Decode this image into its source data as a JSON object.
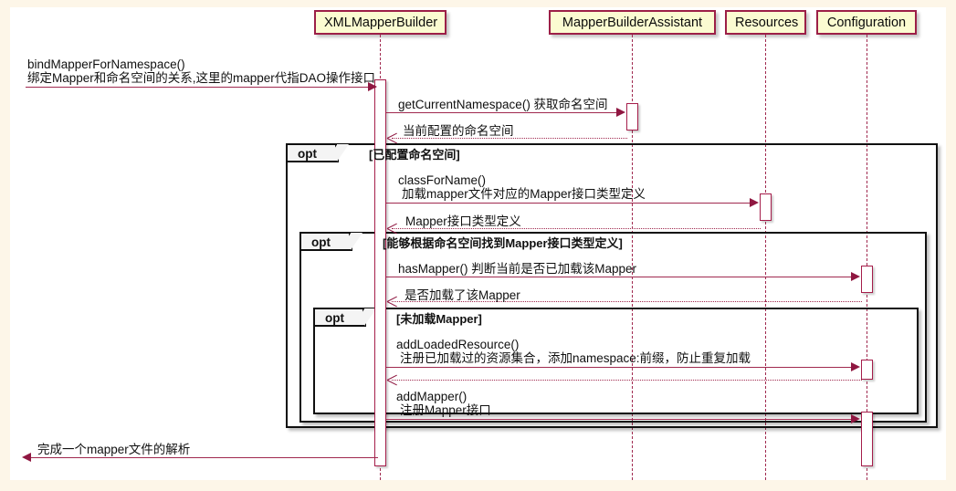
{
  "diagram": {
    "type": "uml-sequence-diagram",
    "background": "#fdf6e8",
    "canvas": "#ffffff",
    "accent_color": "#a0294f",
    "participant_fill": "#fbfbd1",
    "frame_color": "#101010"
  },
  "participants": [
    {
      "id": "xmlmapperbuilder",
      "label": "XMLMapperBuilder"
    },
    {
      "id": "mapperbuilderassistant",
      "label": "MapperBuilderAssistant"
    },
    {
      "id": "resources",
      "label": "Resources"
    },
    {
      "id": "configuration",
      "label": "Configuration"
    }
  ],
  "messages": [
    {
      "id": "m1",
      "from": "actor",
      "to": "xmlmapperbuilder",
      "kind": "call",
      "line1": "bindMapperForNamespace()",
      "line2": "绑定Mapper和命名空间的关系,这里的mapper代指DAO操作接口"
    },
    {
      "id": "m2",
      "from": "xmlmapperbuilder",
      "to": "mapperbuilderassistant",
      "kind": "call",
      "line1": "getCurrentNamespace() 获取命名空间",
      "line2": ""
    },
    {
      "id": "m3",
      "from": "mapperbuilderassistant",
      "to": "xmlmapperbuilder",
      "kind": "return",
      "line1": "当前配置的命名空间",
      "line2": ""
    },
    {
      "id": "m4",
      "from": "xmlmapperbuilder",
      "to": "resources",
      "kind": "call",
      "line1": "classForName()",
      "line2": "加载mapper文件对应的Mapper接口类型定义"
    },
    {
      "id": "m5",
      "from": "resources",
      "to": "xmlmapperbuilder",
      "kind": "return",
      "line1": "Mapper接口类型定义",
      "line2": ""
    },
    {
      "id": "m6",
      "from": "xmlmapperbuilder",
      "to": "configuration",
      "kind": "call",
      "line1": "hasMapper() 判断当前是否已加载该Mapper",
      "line2": ""
    },
    {
      "id": "m7",
      "from": "configuration",
      "to": "xmlmapperbuilder",
      "kind": "return",
      "line1": "是否加载了该Mapper",
      "line2": ""
    },
    {
      "id": "m8",
      "from": "xmlmapperbuilder",
      "to": "configuration",
      "kind": "call",
      "line1": "addLoadedResource()",
      "line2": "注册已加载过的资源集合，添加namespace:前缀，防止重复加载"
    },
    {
      "id": "m9",
      "from": "configuration",
      "to": "xmlmapperbuilder",
      "kind": "return",
      "line1": "",
      "line2": ""
    },
    {
      "id": "m10",
      "from": "xmlmapperbuilder",
      "to": "configuration",
      "kind": "call",
      "line1": "addMapper()",
      "line2": "注册Mapper接口"
    },
    {
      "id": "m11",
      "from": "xmlmapperbuilder",
      "to": "actor",
      "kind": "call",
      "line1": "完成一个mapper文件的解析",
      "line2": ""
    }
  ],
  "fragments": [
    {
      "id": "opt1",
      "label": "opt",
      "guard": "[已配置命名空间]"
    },
    {
      "id": "opt2",
      "label": "opt",
      "guard": "[能够根据命名空间找到Mapper接口类型定义]"
    },
    {
      "id": "opt3",
      "label": "opt",
      "guard": "[未加载Mapper]"
    }
  ]
}
